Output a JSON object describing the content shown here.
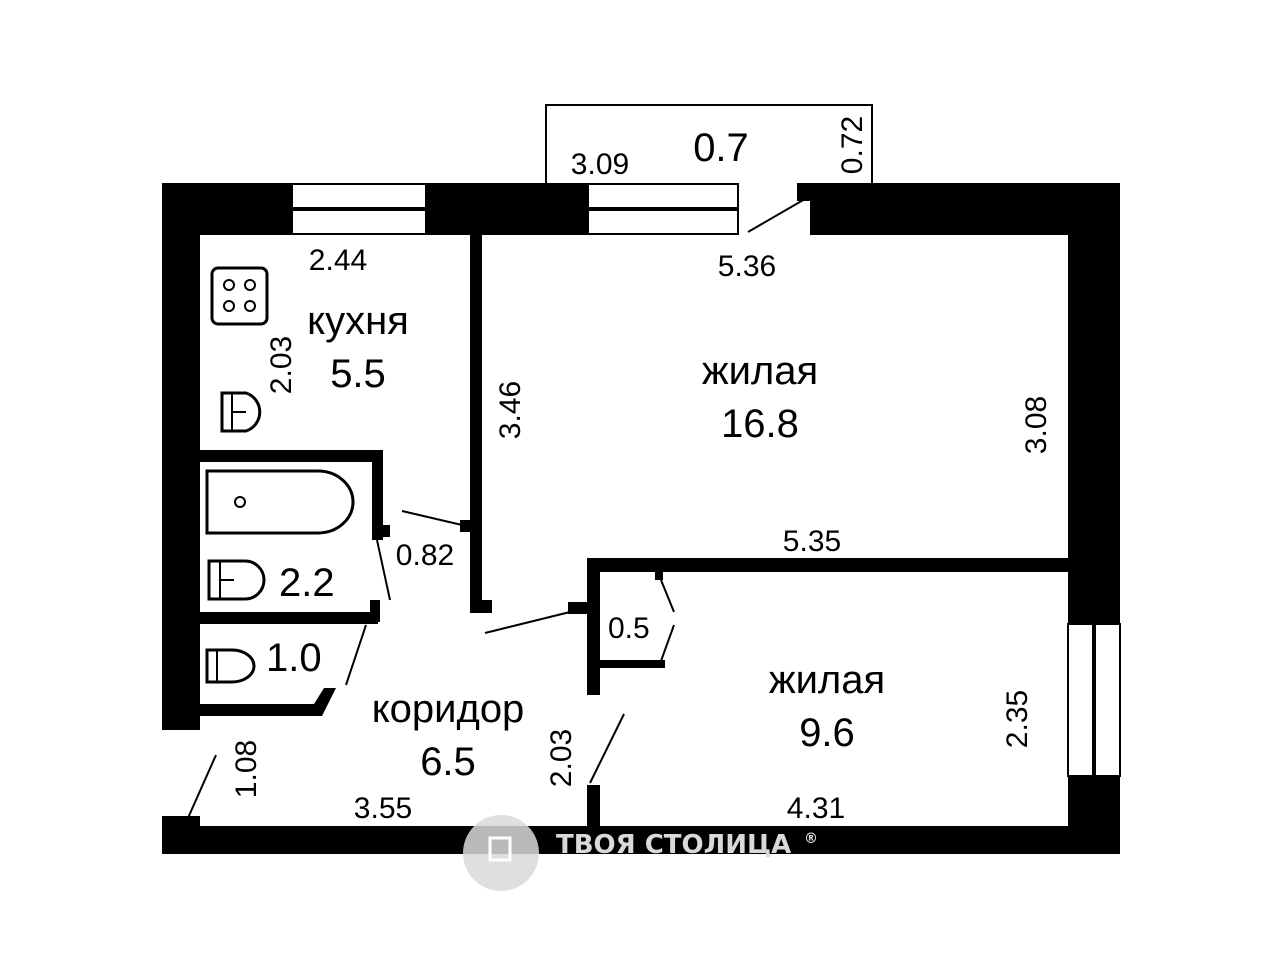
{
  "balcony": {
    "area": "0.7",
    "dim_length": "3.09",
    "dim_depth": "0.72"
  },
  "kitchen": {
    "name": "кухня",
    "area": "5.5",
    "dim_width": "2.44",
    "dim_height": "2.03"
  },
  "living_large": {
    "name": "жилая",
    "area": "16.8",
    "dim_top": "5.36",
    "dim_left": "3.46",
    "dim_right": "3.08",
    "dim_bottom": "5.35"
  },
  "bathroom": {
    "area": "2.2",
    "dim_door": "0.82"
  },
  "toilet": {
    "area": "1.0"
  },
  "closet": {
    "area": "0.5"
  },
  "corridor": {
    "name": "коридор",
    "area": "6.5",
    "dim_bottom": "3.55",
    "dim_entry": "1.08",
    "dim_side": "2.03"
  },
  "living_small": {
    "name": "жилая",
    "area": "9.6",
    "dim_right": "2.35",
    "dim_bottom": "4.31"
  },
  "watermark": {
    "text": "ТВОЯ СТОЛИЦА",
    "mark": "®"
  }
}
